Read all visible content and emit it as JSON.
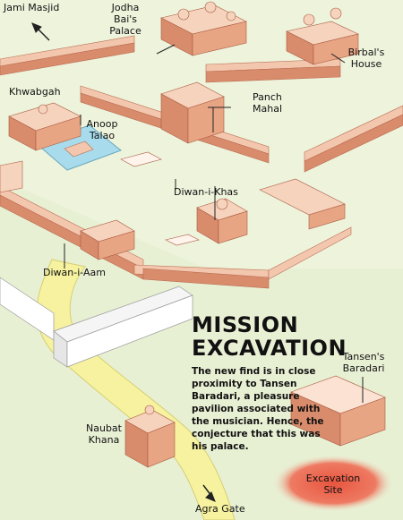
{
  "map": {
    "labels": {
      "jami_masjid": "Jami Masjid",
      "jodha_bai_line1": "Jodha",
      "jodha_bai_line2": "Bai's",
      "jodha_bai_line3": "Palace",
      "birbal_line1": "Birbal's",
      "birbal_line2": "House",
      "khwabgah": "Khwabgah",
      "anoop_line1": "Anoop",
      "anoop_line2": "Talao",
      "panch_line1": "Panch",
      "panch_line2": "Mahal",
      "diwan_i_khas": "Diwan-i-Khas",
      "diwan_i_aam": "Diwan-i-Aam",
      "tansen_line1": "Tansen's",
      "tansen_line2": "Baradari",
      "naubat_line1": "Naubat",
      "naubat_line2": "Khana",
      "excavation_line1": "Excavation",
      "excavation_line2": "Site",
      "agra_gate": "Agra Gate"
    },
    "headline_line1": "MISSION",
    "headline_line2": "EXCAVATION",
    "description": "The new find is in close proximity to Tansen Baradari, a pleasure pavilion associated with the musician. Hence, the conjecture that this was his palace.",
    "colors": {
      "ground": "#e8f0d4",
      "wall_top": "#f3c7ae",
      "wall_side": "#d98c6c",
      "road": "#f6f2a0",
      "pool": "#a8dcec",
      "site_glow": "#ec6a55"
    }
  }
}
